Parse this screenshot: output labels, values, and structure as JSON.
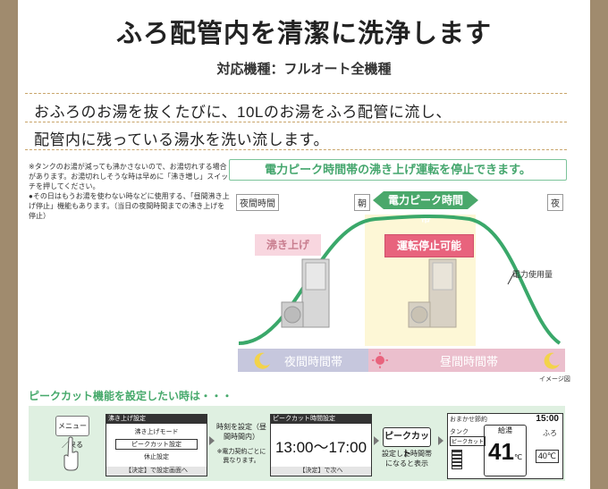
{
  "title": "ふろ配管内を清潔に洗浄します",
  "subtitle": "対応機種：フルオート全機種",
  "desc": {
    "line1": "おふろのお湯を抜くたびに、10Lのお湯をふろ配管に流し、",
    "line2": "配管内に残っている湯水を洗い流します。"
  },
  "notes": [
    "※タンクのお湯が減っても沸かさないので、お湯切れする場合があります。お湯切れしそうな時は早めに「沸き増し」スイッチを押してください。",
    "●その日はもうお湯を使わない時などに使用する、「昼間沸き上げ停止」機能もあります。（当日の夜間時間までの沸き上げを停止）"
  ],
  "diagram": {
    "banner": "電力ピーク時間帯の沸き上げ運転を停止できます。",
    "night_label": "夜間時間",
    "morning_label": "朝",
    "peak_label": "電力ピーク時間帯",
    "evening_label": "夜",
    "tag_boil": "沸き上げ",
    "tag_stop": "運転停止可能",
    "usage_label": "電力使用量",
    "band_night": "夜間時間帯",
    "band_day": "昼間時間帯",
    "image_note": "イメージ図",
    "colors": {
      "curve": "#3aa86a",
      "night_band": "#c6c7dd",
      "day_band": "#ebbfcd",
      "peak_highlight": "#fdf7d6"
    }
  },
  "peakcut": {
    "heading": "ピークカット機能を設定したい時は・・・",
    "menu_button": "メニュー／戻る",
    "screen1": {
      "header": "沸き上げ設定",
      "items": [
        "沸き上げモード",
        "ピークカット設定",
        "休止設定"
      ],
      "footer": "【決定】で設定画面へ"
    },
    "step2_text": "時刻を設定（昼間時間内）",
    "step2_note": "※電力契約ごとに異なります。",
    "screen2": {
      "header": "ピークカット時間設定",
      "time": "13:00～17:00",
      "footer": "【決定】で次へ"
    },
    "peakcut_button": "ピークカット",
    "step3_text": "設定した時間帯になると表示",
    "screen3": {
      "clock_label": "おまかせ節約",
      "clock": "15:00",
      "tank_label": "タンク",
      "badge": "ピークカット",
      "temp_label": "給湯",
      "temp": "41",
      "unit": "℃",
      "bath_label": "ふろ",
      "bath_temp": "40℃"
    }
  }
}
